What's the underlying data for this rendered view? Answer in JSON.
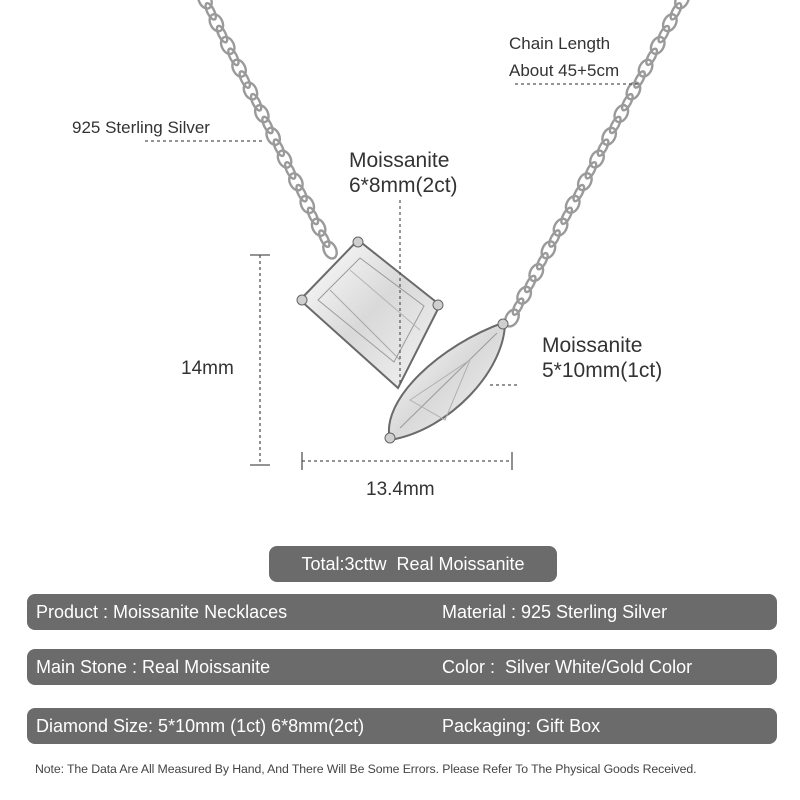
{
  "annotations": {
    "chain_length_title": "Chain Length",
    "chain_length_value": "About 45+5cm",
    "metal": "925 Sterling Silver",
    "stone1_name": "Moissanite",
    "stone1_size": "6*8mm(2ct)",
    "stone2_name": "Moissanite",
    "stone2_size": "5*10mm(1ct)",
    "height": "14mm",
    "width": "13.4mm"
  },
  "total_badge": "Total:3cttw  Real Moissanite",
  "specs": [
    {
      "left": "Product : Moissanite Necklaces",
      "right": "Material : 925 Sterling Silver"
    },
    {
      "left": "Main Stone : Real Moissanite",
      "right": "Color :  Silver White/Gold Color"
    },
    {
      "left": "Diamond Size: 5*10mm (1ct) 6*8mm(2ct)",
      "right": "Packaging: Gift Box"
    }
  ],
  "note": "Note: The Data Are All Measured By Hand, And There Will Be Some Errors. Please Refer To The Physical Goods Received.",
  "colors": {
    "bar": "#6b6b6b",
    "bar_text": "#ffffff",
    "chain": "#9a9a9a"
  }
}
